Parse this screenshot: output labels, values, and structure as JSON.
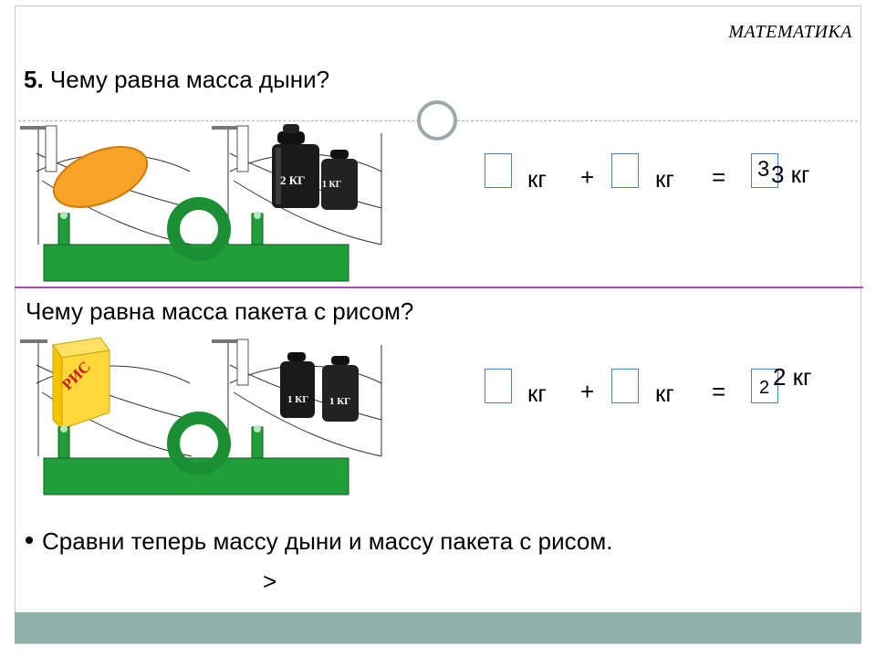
{
  "header": {
    "subject": "МАТЕМАТИКА"
  },
  "task": {
    "number": "5.",
    "question1": "Чему равна масса дыни?",
    "question2": "Чему равна масса  пакета с рисом?",
    "compare": "Сравни теперь массу дыни и массу пакета с рисом.",
    "compare_sign": ">"
  },
  "scale1": {
    "weight_big": "2 КГ",
    "weight_small": "1 КГ"
  },
  "scale2": {
    "package_label": "РИС",
    "weight_a": "1 КГ",
    "weight_b": "1 КГ"
  },
  "equation1": {
    "unit": "кг",
    "plus": "+",
    "equals": "=",
    "result_typed": "3",
    "result_answer": "3 кг"
  },
  "equation2": {
    "unit": "кг",
    "plus": "+",
    "equals": "=",
    "result_typed": "2",
    "result_answer": "2 кг"
  },
  "colors": {
    "accent_line": "#a94cb3",
    "bar": "#8eb0ad",
    "scale_green": "#1f9e3a",
    "box_border": "#4e83c0"
  }
}
